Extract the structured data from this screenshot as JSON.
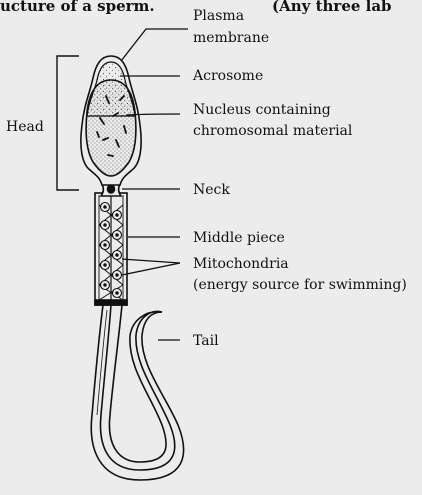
{
  "header": {
    "left_fragment": "ucture of a sperm.",
    "right_fragment": "(Any three lab"
  },
  "labels": {
    "plasma_membrane_line1": "Plasma",
    "plasma_membrane_line2": "membrane",
    "acrosome": "Acrosome",
    "nucleus_line1": "Nucleus containing",
    "nucleus_line2": "chromosomal material",
    "head": "Head",
    "neck": "Neck",
    "middle_piece": "Middle piece",
    "mitochondria_line1": "Mitochondria",
    "mitochondria_line2": "(energy source for swimming)",
    "tail": "Tail"
  },
  "colors": {
    "background": "#ececec",
    "stroke": "#111111",
    "stipple": "#555555"
  }
}
